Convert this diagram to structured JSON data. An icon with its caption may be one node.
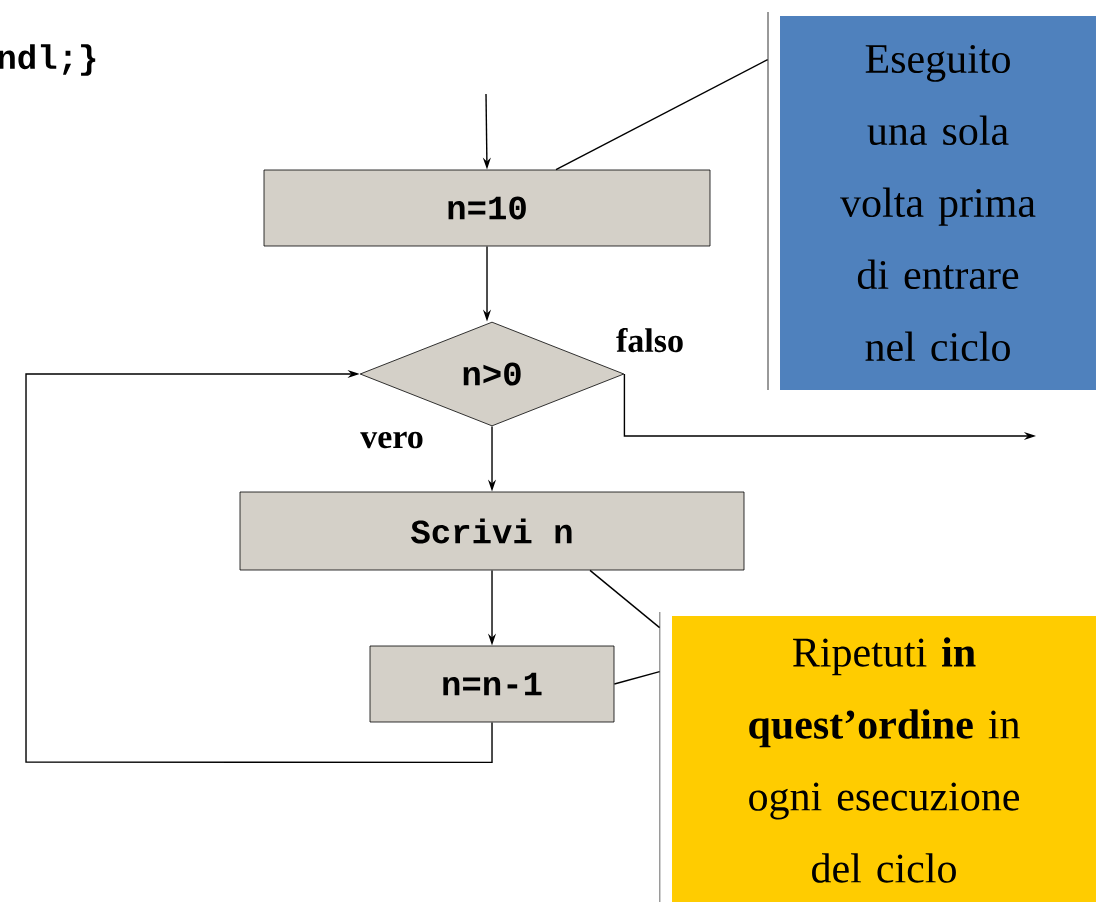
{
  "diagram": {
    "nodes": [
      {
        "text": [
          "n=10"
        ]
      },
      {
        "text": [
          "n>0"
        ]
      },
      {
        "text": [
          "Scrivi n"
        ]
      },
      {
        "text": [
          "n=n-1"
        ]
      },
      {
        "text": [
          "Eseguito una sola volta prima di entrare nel ciclo"
        ]
      },
      {
        "text": [
          "Ripetuti **in quest’ordine** in ogni esecuzione del ciclo"
        ]
      }
    ],
    "edges": [
      {
        "from": null,
        "to": 0,
        "arrow": "to"
      },
      {
        "from": 0,
        "to": 1,
        "arrow": "to"
      },
      {
        "from": 1,
        "to": 2,
        "arrow": "to",
        "label": "vero"
      },
      {
        "from": 2,
        "to": 3,
        "arrow": "to"
      },
      {
        "from": 3,
        "to": 1,
        "arrow": "to"
      },
      {
        "from": 1,
        "to": null,
        "arrow": "to",
        "label": "falso"
      },
      {
        "from": 4,
        "to": 0,
        "arrow": "none"
      },
      {
        "from": 5,
        "to": 2,
        "arrow": "none"
      },
      {
        "from": 5,
        "to": 3,
        "arrow": "none"
      }
    ],
    "labels": [
      "ndl;}"
    ]
  }
}
